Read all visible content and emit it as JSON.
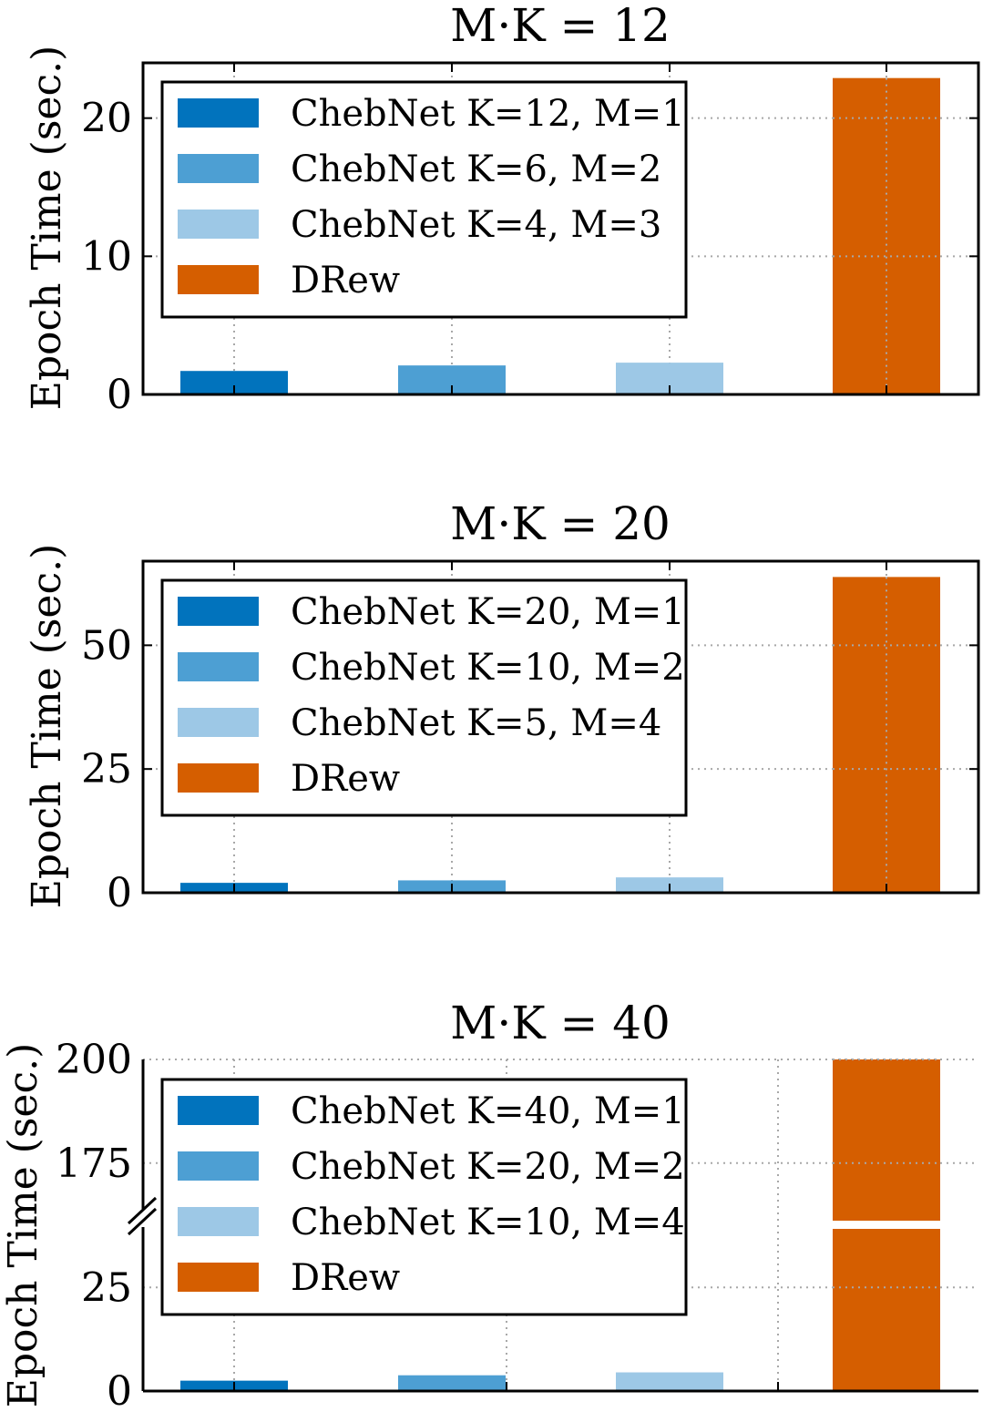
{
  "figure": {
    "ylabel": "Epoch Time (sec.)",
    "colors": {
      "dark_blue": "#0173bd",
      "mid_blue": "#4d9fd3",
      "light_blue": "#9dc8e6",
      "orange": "#d55e00"
    }
  },
  "chart_data": [
    {
      "type": "bar",
      "title": "M·K = 12",
      "xlabel": "",
      "ylabel": "Epoch Time (sec.)",
      "ylim": [
        0,
        24
      ],
      "yticks": [
        0,
        10,
        20
      ],
      "ytick_labels": [
        "0",
        "10",
        "20"
      ],
      "grid": true,
      "legend_position": "upper-left",
      "categories": [
        "ChebNet K=12, M=1",
        "ChebNet K=6, M=2",
        "ChebNet K=4, M=3",
        "DRew"
      ],
      "values": [
        1.7,
        2.1,
        2.3,
        22.9
      ]
    },
    {
      "type": "bar",
      "title": "M·K = 20",
      "xlabel": "",
      "ylabel": "Epoch Time (sec.)",
      "ylim": [
        0,
        67
      ],
      "yticks": [
        0,
        25,
        50
      ],
      "ytick_labels": [
        "0",
        "25",
        "50"
      ],
      "grid": true,
      "legend_position": "upper-left",
      "categories": [
        "ChebNet K=20, M=1",
        "ChebNet K=10, M=2",
        "ChebNet K=5, M=4",
        "DRew"
      ],
      "values": [
        2.0,
        2.5,
        3.1,
        63.8
      ]
    },
    {
      "type": "bar",
      "title": "M·K = 40",
      "xlabel": "",
      "ylabel": "Epoch Time (sec.)",
      "broken_y_axis": true,
      "ylim_lower": [
        0,
        40
      ],
      "ylim_upper": [
        160,
        200
      ],
      "yticks": [
        0,
        25,
        175,
        200
      ],
      "ytick_labels": [
        "0",
        "25",
        "175",
        "200"
      ],
      "grid": true,
      "legend_position": "upper-left",
      "categories": [
        "ChebNet K=40, M=1",
        "ChebNet K=20, M=2",
        "ChebNet K=10, M=4",
        "DRew"
      ],
      "values": [
        2.5,
        3.8,
        4.5,
        200
      ]
    }
  ]
}
